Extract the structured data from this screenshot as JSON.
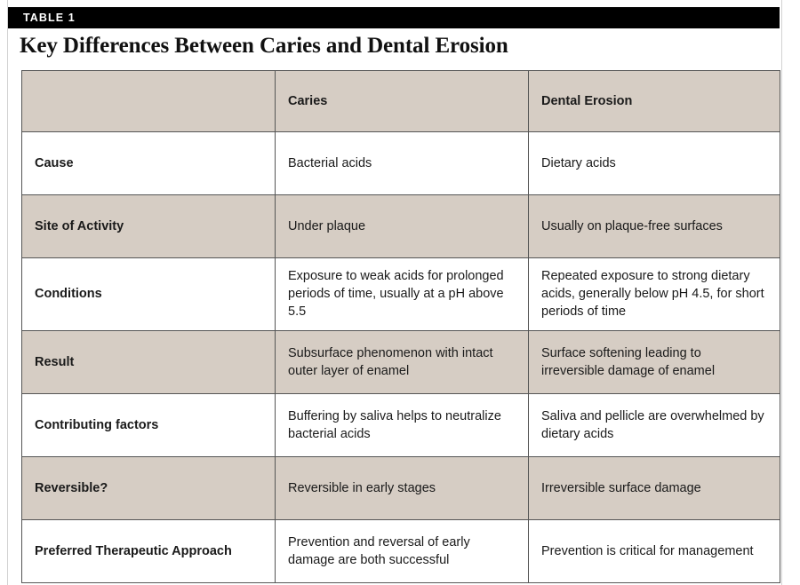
{
  "table": {
    "label_bar": "TABLE 1",
    "title": "Key Differences Between Caries and Dental Erosion",
    "columns": [
      {
        "header": ""
      },
      {
        "header": "Caries"
      },
      {
        "header": "Dental Erosion"
      }
    ],
    "rows": [
      {
        "label": "Cause",
        "caries": "Bacterial acids",
        "erosion": "Dietary acids",
        "band": "white"
      },
      {
        "label": "Site of Activity",
        "caries": "Under plaque",
        "erosion": "Usually on plaque-free surfaces",
        "band": "beige"
      },
      {
        "label": "Conditions",
        "caries": "Exposure to weak acids for prolonged periods of time, usually at a pH above 5.5",
        "erosion": "Repeated exposure to strong dietary acids, generally below pH 4.5, for short periods of time",
        "band": "white"
      },
      {
        "label": "Result",
        "caries": "Subsurface phenomenon with intact outer layer of enamel",
        "erosion": "Surface softening leading to irreversible damage of enamel",
        "band": "beige"
      },
      {
        "label": "Contributing factors",
        "caries": "Buffering by saliva helps to neutralize bacterial acids",
        "erosion": "Saliva and pellicle are overwhelmed by dietary acids",
        "band": "white"
      },
      {
        "label": "Reversible?",
        "caries": "Reversible in early stages",
        "erosion": "Irreversible surface damage",
        "band": "beige"
      },
      {
        "label": "Preferred Therapeutic Approach",
        "caries": "Prevention and reversal of early damage are both successful",
        "erosion": "Prevention is critical for management",
        "band": "white"
      }
    ]
  },
  "colors": {
    "band_beige": "#d6cdc4",
    "band_white": "#ffffff",
    "bar_black": "#000000",
    "border_gray": "#555555",
    "frame_gray": "#d2d2d2"
  }
}
